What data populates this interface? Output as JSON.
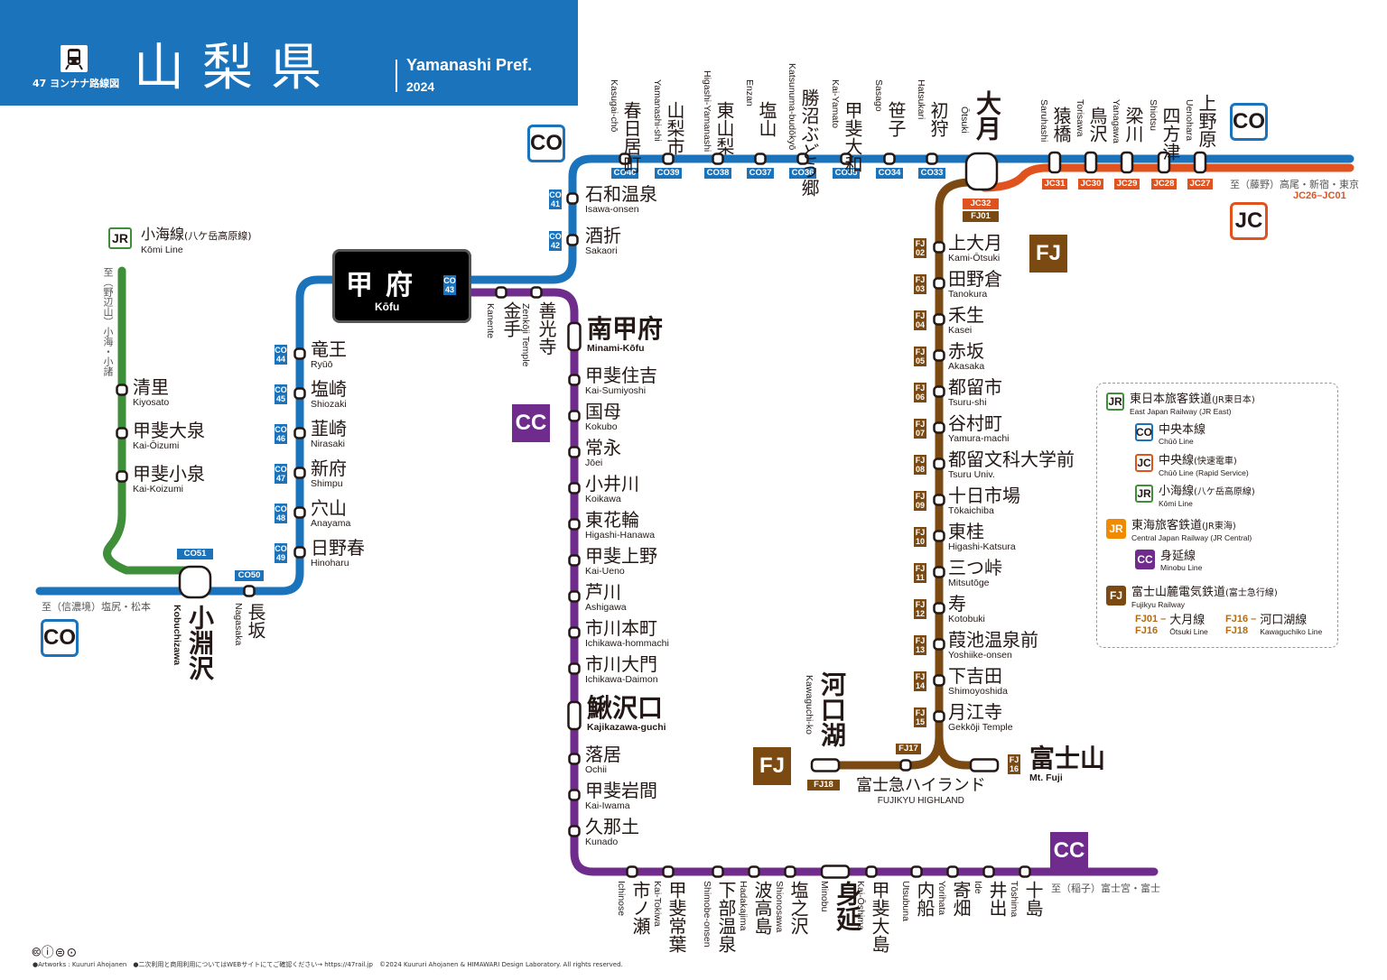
{
  "header": {
    "logo_text": "47 ヨンナナ路線図",
    "title_jp": "山梨県",
    "title_en": "Yamanashi Pref.",
    "year": "2024"
  },
  "colors": {
    "chuo_line": "#1b73bb",
    "chuo_rapid": "#e0531e",
    "komi_line": "#3f8f3a",
    "minobu_line": "#6f2c8c",
    "fujikyu": "#7b4a12",
    "jr_central": "#f08a00"
  },
  "line_badges": {
    "co": "CO",
    "jc": "JC",
    "jr": "JR",
    "cc": "CC",
    "fj": "FJ"
  },
  "komi_line": {
    "label_jp": "小海線",
    "label_jp_sub": "(八ケ岳高原線)",
    "label_en": "Kōmi Line",
    "destination": "至（野辺山）小海・小諸",
    "stations": [
      {
        "jp": "清里",
        "en": "Kiyosato"
      },
      {
        "jp": "甲斐大泉",
        "en": "Kai-Ōizumi"
      },
      {
        "jp": "甲斐小泉",
        "en": "Kai-Koizumi"
      }
    ]
  },
  "chuo_line_west": {
    "destination": "至（信濃境）塩尻・松本",
    "kobuchizawa": {
      "jp": "小淵沢",
      "en": "Kobuchizawa",
      "code": "CO51"
    },
    "nagasaka": {
      "jp": "長坂",
      "en": "Nagasaka",
      "code": "CO50"
    },
    "stations": [
      {
        "jp": "竜王",
        "en": "Ryūō",
        "code1": "CO",
        "code2": "44"
      },
      {
        "jp": "塩崎",
        "en": "Shiozaki",
        "code1": "CO",
        "code2": "45"
      },
      {
        "jp": "韮崎",
        "en": "Nirasaki",
        "code1": "CO",
        "code2": "46"
      },
      {
        "jp": "新府",
        "en": "Shimpu",
        "code1": "CO",
        "code2": "47"
      },
      {
        "jp": "穴山",
        "en": "Anayama",
        "code1": "CO",
        "code2": "48"
      },
      {
        "jp": "日野春",
        "en": "Hinoharu",
        "code1": "CO",
        "code2": "49"
      }
    ]
  },
  "kofu": {
    "jp": "甲府",
    "en": "Kōfu",
    "code1": "CO",
    "code2": "43"
  },
  "chuo_line_east": {
    "vertical": [
      {
        "jp": "石和温泉",
        "en": "Isawa-onsen",
        "code1": "CO",
        "code2": "41"
      },
      {
        "jp": "酒折",
        "en": "Sakaori",
        "code1": "CO",
        "code2": "42"
      }
    ],
    "top": [
      {
        "jp": "春日居町",
        "en": "Kasugai-chō",
        "code": "CO40"
      },
      {
        "jp": "山梨市",
        "en": "Yamanashi-shi",
        "code": "CO39"
      },
      {
        "jp": "東山梨",
        "en": "Higashi-Yamanashi",
        "code": "CO38"
      },
      {
        "jp": "塩山",
        "en": "Enzan",
        "code": "CO37"
      },
      {
        "jp": "勝沼ぶどう郷",
        "en": "Katsunuma-budōkyō",
        "code": "CO36"
      },
      {
        "jp": "甲斐大和",
        "en": "Kai-Yamato",
        "code": "CO35"
      },
      {
        "jp": "笹子",
        "en": "Sasago",
        "code": "CO34"
      },
      {
        "jp": "初狩",
        "en": "Hatsukari",
        "code": "CO33"
      }
    ],
    "otsuki": {
      "jp": "大月",
      "en": "Ōtsuki",
      "code_jc": "JC32",
      "code_fj": "FJ01"
    },
    "east": [
      {
        "jp": "猿橋",
        "en": "Saruhashi",
        "code": "JC31"
      },
      {
        "jp": "鳥沢",
        "en": "Torisawa",
        "code": "JC30"
      },
      {
        "jp": "梁川",
        "en": "Yanagawa",
        "code": "JC29"
      },
      {
        "jp": "四方津",
        "en": "Shiotsu",
        "code": "JC28"
      },
      {
        "jp": "上野原",
        "en": "Uenohara",
        "code": "JC27"
      }
    ],
    "destination": "至（藤野）高尾・新宿・東京",
    "destination_codes": "JC26–JC01"
  },
  "minobu_line": {
    "top": [
      {
        "jp": "金手",
        "en": "Kanente"
      },
      {
        "jp": "善光寺",
        "en": "Zenkōji Temple"
      }
    ],
    "minami_kofu": {
      "jp": "南甲府",
      "en": "Minami-Kōfu"
    },
    "vertical": [
      {
        "jp": "甲斐住吉",
        "en": "Kai-Sumiyoshi"
      },
      {
        "jp": "国母",
        "en": "Kokubo"
      },
      {
        "jp": "常永",
        "en": "Jōei"
      },
      {
        "jp": "小井川",
        "en": "Koikawa"
      },
      {
        "jp": "東花輪",
        "en": "Higashi-Hanawa"
      },
      {
        "jp": "甲斐上野",
        "en": "Kai-Ueno"
      },
      {
        "jp": "芦川",
        "en": "Ashigawa"
      },
      {
        "jp": "市川本町",
        "en": "Ichikawa-hommachi"
      },
      {
        "jp": "市川大門",
        "en": "Ichikawa-Daimon"
      }
    ],
    "kajikazawa": {
      "jp": "鰍沢口",
      "en": "Kajikazawa-guchi"
    },
    "vertical2": [
      {
        "jp": "落居",
        "en": "Ochii"
      },
      {
        "jp": "甲斐岩間",
        "en": "Kai-Iwama"
      },
      {
        "jp": "久那土",
        "en": "Kunado"
      }
    ],
    "bottom": [
      {
        "jp": "市ノ瀬",
        "en": "Ichinose"
      },
      {
        "jp": "甲斐常葉",
        "en": "Kai-Tokiwa"
      },
      {
        "jp": "下部温泉",
        "en": "Shimobe-onsen"
      },
      {
        "jp": "波高島",
        "en": "Hadakajima"
      },
      {
        "jp": "塩之沢",
        "en": "Shionosawa"
      },
      {
        "jp": "身延",
        "en": "Minobu"
      },
      {
        "jp": "甲斐大島",
        "en": "Kai-Ōshima"
      },
      {
        "jp": "内船",
        "en": "Utsubuna"
      },
      {
        "jp": "寄畑",
        "en": "Yorihata"
      },
      {
        "jp": "井出",
        "en": "Ide"
      },
      {
        "jp": "十島",
        "en": "Tōshima"
      }
    ],
    "destination": "至（稲子）富士宮・富士"
  },
  "fujikyu": {
    "stations": [
      {
        "jp": "上大月",
        "en": "Kami-Ōtsuki",
        "code1": "FJ",
        "code2": "02"
      },
      {
        "jp": "田野倉",
        "en": "Tanokura",
        "code1": "FJ",
        "code2": "03"
      },
      {
        "jp": "禾生",
        "en": "Kasei",
        "code1": "FJ",
        "code2": "04"
      },
      {
        "jp": "赤坂",
        "en": "Akasaka",
        "code1": "FJ",
        "code2": "05"
      },
      {
        "jp": "都留市",
        "en": "Tsuru-shi",
        "code1": "FJ",
        "code2": "06"
      },
      {
        "jp": "谷村町",
        "en": "Yamura-machi",
        "code1": "FJ",
        "code2": "07"
      },
      {
        "jp": "都留文科大学前",
        "en": "Tsuru Univ.",
        "code1": "FJ",
        "code2": "08"
      },
      {
        "jp": "十日市場",
        "en": "Tōkaichiba",
        "code1": "FJ",
        "code2": "09"
      },
      {
        "jp": "東桂",
        "en": "Higashi-Katsura",
        "code1": "FJ",
        "code2": "10"
      },
      {
        "jp": "三つ峠",
        "en": "Mitsutōge",
        "code1": "FJ",
        "code2": "11"
      },
      {
        "jp": "寿",
        "en": "Kotobuki",
        "code1": "FJ",
        "code2": "12"
      },
      {
        "jp": "葭池温泉前",
        "en": "Yoshiike-onsen",
        "code1": "FJ",
        "code2": "13"
      },
      {
        "jp": "下吉田",
        "en": "Shimoyoshida",
        "code1": "FJ",
        "code2": "14"
      },
      {
        "jp": "月江寺",
        "en": "Gekkōji Temple",
        "code1": "FJ",
        "code2": "15"
      }
    ],
    "mt_fuji": {
      "jp": "富士山",
      "en": "Mt. Fuji",
      "code1": "FJ",
      "code2": "16"
    },
    "highland": {
      "jp": "富士急ハイランド",
      "en": "FUJIKYU HIGHLAND",
      "code": "FJ17"
    },
    "kawaguchiko": {
      "jp": "河口湖",
      "en": "Kawaguchi-ko",
      "code": "FJ18"
    }
  },
  "legend": {
    "jr_east": {
      "jp": "東日本旅客鉄道",
      "jp_sub": "(JR東日本)",
      "en": "East Japan Railway (JR East)"
    },
    "chuo": {
      "jp": "中央本線",
      "en": "Chūō Line"
    },
    "chuo_rapid": {
      "jp": "中央線",
      "jp_sub": "(快速電車)",
      "en": "Chūō Line (Rapid Service)"
    },
    "komi": {
      "jp": "小海線",
      "jp_sub": "(八ケ岳高原線)",
      "en": "Kōmi Line"
    },
    "jr_central": {
      "jp": "東海旅客鉄道",
      "jp_sub": "(JR東海)",
      "en": "Central Japan Railway (JR Central)"
    },
    "minobu": {
      "jp": "身延線",
      "en": "Minobu Line"
    },
    "fujikyu": {
      "jp": "富士山麓電気鉄道",
      "jp_sub": "(富士急行線)",
      "en": "Fujikyu Railway"
    },
    "otsuki_line": {
      "range1": "FJ01 –",
      "range2": "FJ16",
      "jp": "大月線",
      "en": "Ōtsuki Line"
    },
    "kawaguchiko_line": {
      "range1": "FJ16 –",
      "range2": "FJ18",
      "jp": "河口湖線",
      "en": "Kawaguchiko Line"
    }
  },
  "footer": {
    "license_icons": "🅭ⓘ⊜⊙",
    "text": "●Artworks : Kuururi Ahojanen　●二次利用と商用利用についてはWEBサイトにてご確認ください→ https://47rail.jp　©2024 Kuururi Ahojanen & HIMAWARI Design Laboratory. All rights reserved."
  }
}
